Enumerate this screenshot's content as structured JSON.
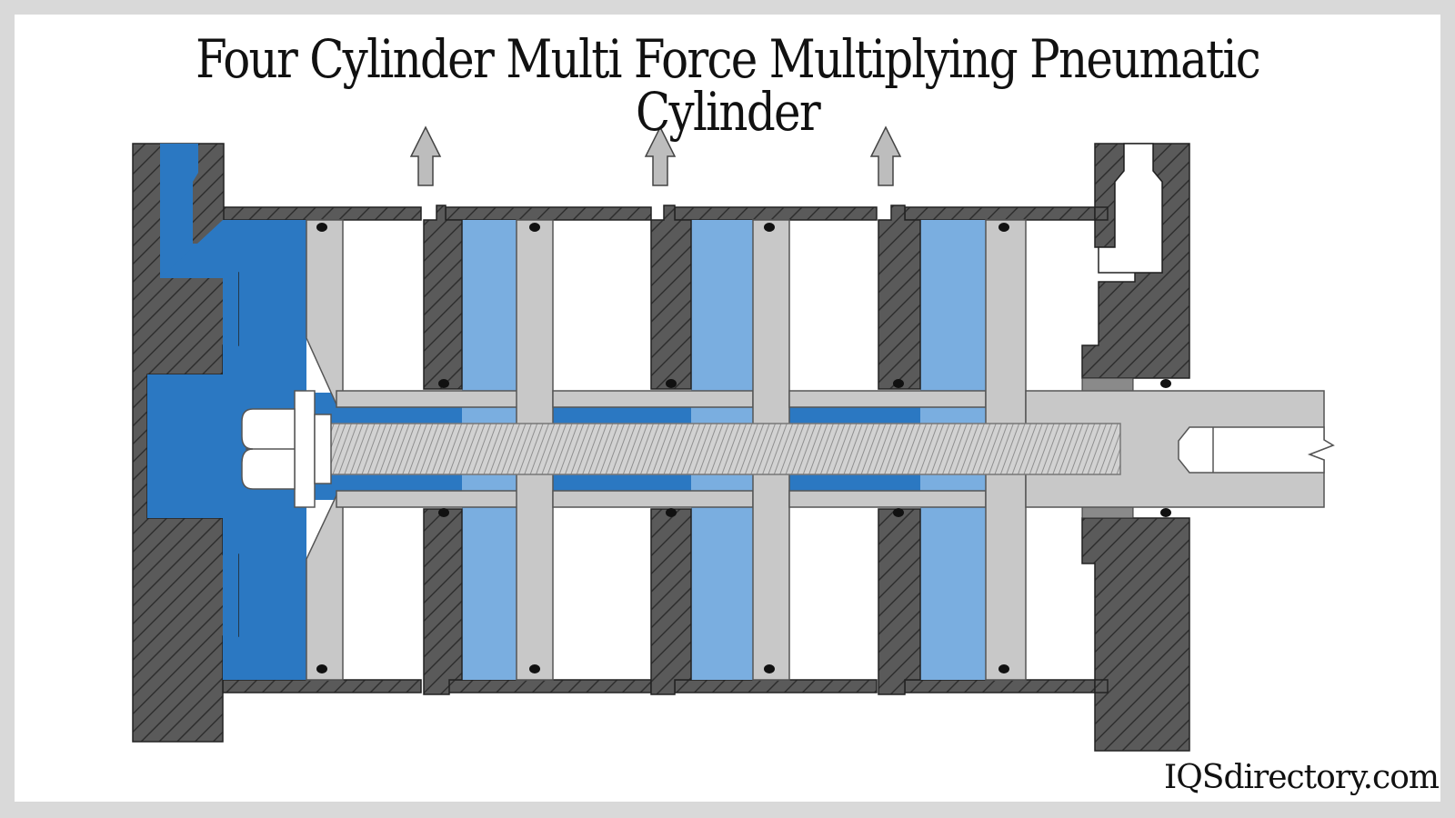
{
  "title": "Four Cylinder Multi Force Multiplying Pneumatic Cylinder",
  "brand": "IQSdirectory.com",
  "colors": {
    "frame_background": "#d9d9d9",
    "background": "#ffffff",
    "housing_fill": "#5a5a5a",
    "hatch_line": "#3a3a3a",
    "pressurized_air_dark": "#2b78c2",
    "pressurized_air_light": "#7aaee0",
    "chamber_shadow": "#1c5e9c",
    "piston": "#c8c8c8",
    "piston_outline": "#6a6a6a",
    "exhaust_arrow": "#bdbdbd",
    "rod_thread": "#a8a8a8",
    "text": "#111111"
  },
  "diagram": {
    "pistons": 4,
    "exhaust_ports": 3,
    "components": [
      "end-cap",
      "piston",
      "intermediate-wall",
      "tie-rod-bolt",
      "piston-rod",
      "rod-end-cap",
      "exhaust-arrow",
      "seal"
    ]
  }
}
